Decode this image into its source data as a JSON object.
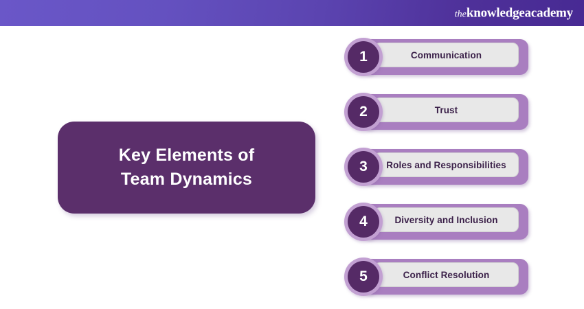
{
  "header": {
    "brand_the": "the",
    "brand_main": "knowledgeacademy",
    "gradient_from": "#6a57c8",
    "gradient_to": "#472a93"
  },
  "title_card": {
    "text": "Key Elements of\nTeam Dynamics",
    "background": "#5b2f6b",
    "text_color": "#ffffff"
  },
  "colors": {
    "card_purple": "#a97ec0",
    "inner_gray": "#e8e8e8",
    "circle_ring": "#c2a0d2",
    "circle_fill": "#552a66",
    "label_text": "#3a1f48",
    "page_background": "#ffffff"
  },
  "items": [
    {
      "number": "1",
      "label": "Communication"
    },
    {
      "number": "2",
      "label": "Trust"
    },
    {
      "number": "3",
      "label": "Roles and Responsibilities"
    },
    {
      "number": "4",
      "label": "Diversity and Inclusion"
    },
    {
      "number": "5",
      "label": "Conflict Resolution"
    }
  ]
}
